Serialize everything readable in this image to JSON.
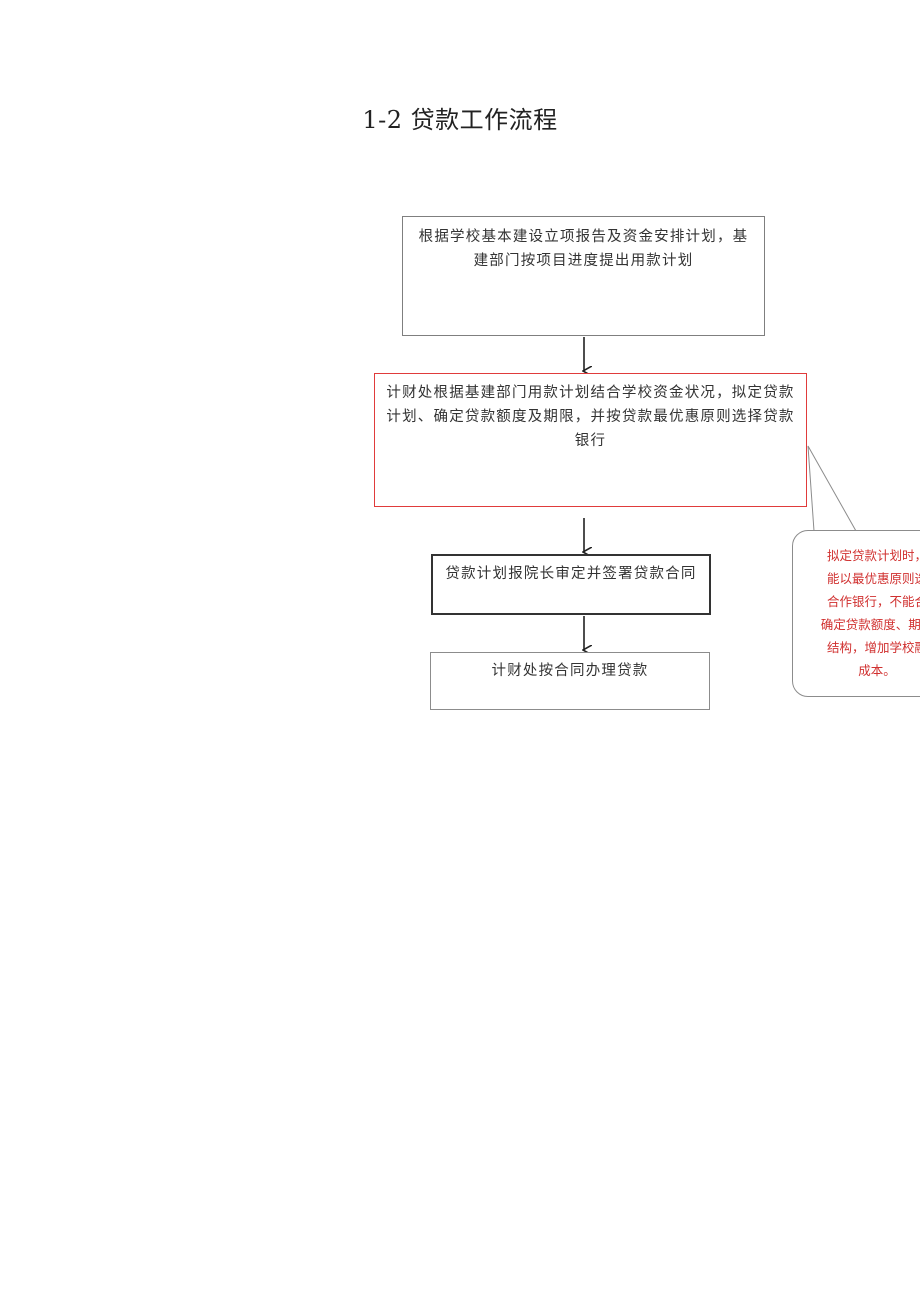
{
  "title": "1-2 贷款工作流程",
  "steps": [
    {
      "text": "根据学校基本建设立项报告及资金安排计划，基建部门按项目进度提出用款计划"
    },
    {
      "text": "计财处根据基建部门用款计划结合学校资金状况，拟定贷款计划、确定贷款额度及期限，并按贷款最优惠原则选择贷款银行"
    },
    {
      "text": "贷款计划报院长审定并签署贷款合同"
    },
    {
      "text": "计财处按合同办理贷款"
    }
  ],
  "callout": {
    "lines": [
      "拟定贷款计划时，",
      "能以最优惠原则选",
      "合作银行，不能合",
      "确定贷款额度、期限",
      "结构，增加学校融",
      "成本。"
    ],
    "text_color": "#d0302f",
    "border_color": "#8c8c8c"
  },
  "colors": {
    "highlight_border": "#e03b3b",
    "arrow": "#222222"
  }
}
